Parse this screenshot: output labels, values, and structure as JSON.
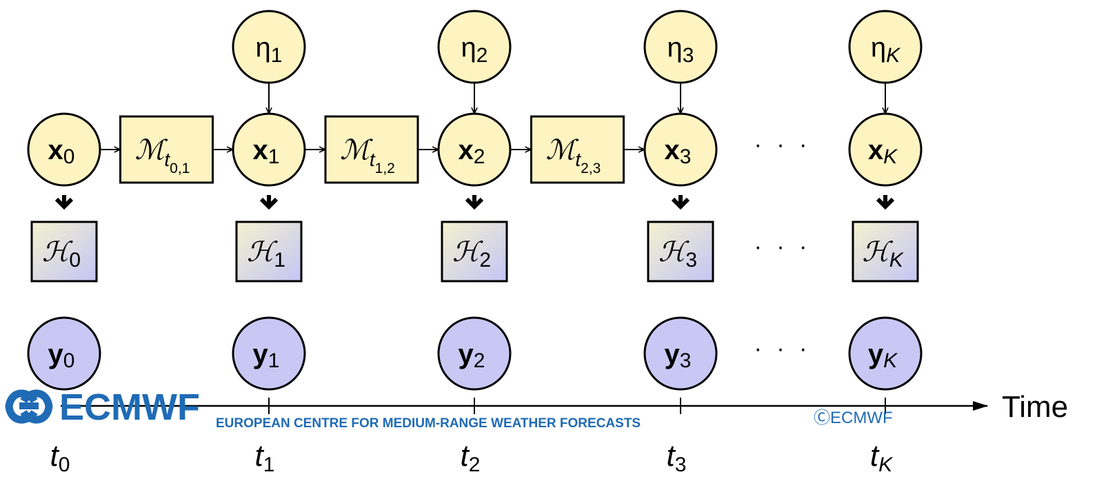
{
  "colors": {
    "state_fill": "#fdf4c2",
    "obs_fill": "#c9c8f5",
    "operator_fill": "#fdf4c2",
    "obsop_fill_top": "#f3f0d2",
    "obsop_fill_bottom": "#cbccf3",
    "logo_blue": "#1f6bb5"
  },
  "noise_nodes": [
    {
      "sym": "η",
      "sub": "1",
      "italic_sub": false
    },
    {
      "sym": "η",
      "sub": "2",
      "italic_sub": false
    },
    {
      "sym": "η",
      "sub": "3",
      "italic_sub": false
    },
    {
      "sym": "η",
      "sub": "K",
      "italic_sub": true
    }
  ],
  "state_nodes": [
    {
      "sym": "x",
      "sub": "0",
      "italic_sub": false
    },
    {
      "sym": "x",
      "sub": "1",
      "italic_sub": false
    },
    {
      "sym": "x",
      "sub": "2",
      "italic_sub": false
    },
    {
      "sym": "x",
      "sub": "3",
      "italic_sub": false
    },
    {
      "sym": "x",
      "sub": "K",
      "italic_sub": true
    }
  ],
  "model_operators": [
    {
      "sym": "ℳ",
      "sub": "t",
      "subsub": "0,1"
    },
    {
      "sym": "ℳ",
      "sub": "t",
      "subsub": "1,2"
    },
    {
      "sym": "ℳ",
      "sub": "t",
      "subsub": "2,3"
    }
  ],
  "obs_operators": [
    {
      "sym": "ℋ",
      "sub": "0",
      "italic_sub": false
    },
    {
      "sym": "ℋ",
      "sub": "1",
      "italic_sub": false
    },
    {
      "sym": "ℋ",
      "sub": "2",
      "italic_sub": false
    },
    {
      "sym": "ℋ",
      "sub": "3",
      "italic_sub": false
    },
    {
      "sym": "ℋ",
      "sub": "K",
      "italic_sub": true
    }
  ],
  "obs_nodes": [
    {
      "sym": "y",
      "sub": "0",
      "italic_sub": false
    },
    {
      "sym": "y",
      "sub": "1",
      "italic_sub": false
    },
    {
      "sym": "y",
      "sub": "2",
      "italic_sub": false
    },
    {
      "sym": "y",
      "sub": "3",
      "italic_sub": false
    },
    {
      "sym": "y",
      "sub": "K",
      "italic_sub": true
    }
  ],
  "ellipsis": "· · ·",
  "time_axis": {
    "label": "Time",
    "ticks": [
      {
        "sym": "t",
        "sub": "0"
      },
      {
        "sym": "t",
        "sub": "1"
      },
      {
        "sym": "t",
        "sub": "2"
      },
      {
        "sym": "t",
        "sub": "3"
      },
      {
        "sym": "t",
        "sub": "K"
      }
    ]
  },
  "logo": {
    "name": "ECMWF",
    "tagline": "EUROPEAN CENTRE FOR MEDIUM-RANGE WEATHER FORECASTS"
  },
  "copyright": "ⒸECMWF"
}
